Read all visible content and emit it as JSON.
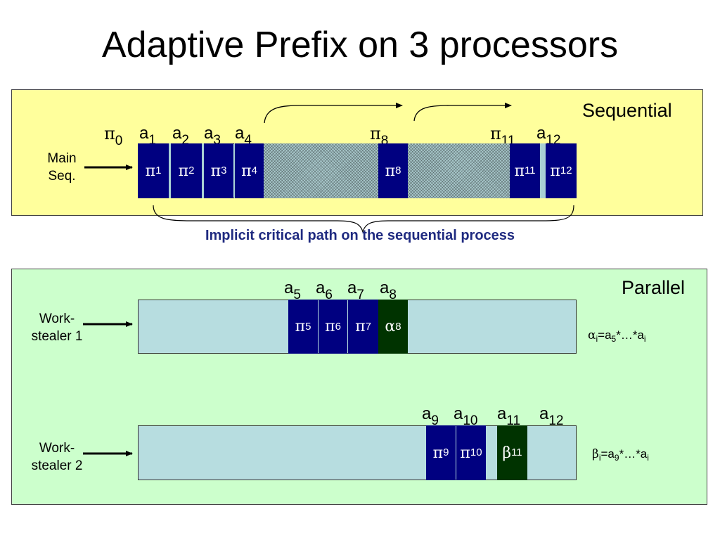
{
  "title": "Adaptive Prefix on 3 processors",
  "sequential": {
    "panel_label": "Sequential",
    "side_label": [
      "Main",
      "Seq."
    ],
    "top_labels": [
      {
        "sym": "π",
        "sub": "0"
      },
      {
        "sym": "a",
        "sub": "1"
      },
      {
        "sym": "a",
        "sub": "2"
      },
      {
        "sym": "a",
        "sub": "3"
      },
      {
        "sym": "a",
        "sub": "4"
      },
      {
        "sym": "π",
        "sub": "8"
      },
      {
        "sym": "π",
        "sub": "11"
      },
      {
        "sym": "a",
        "sub": "12"
      }
    ],
    "cells": [
      {
        "sym": "π",
        "sub": "1"
      },
      {
        "sym": "π",
        "sub": "2"
      },
      {
        "sym": "π",
        "sub": "3"
      },
      {
        "sym": "π",
        "sub": "4"
      },
      {
        "sym": "π",
        "sub": "8"
      },
      {
        "sym": "π",
        "sub": "11"
      },
      {
        "sym": "π",
        "sub": "12"
      }
    ]
  },
  "critical_path": "Implicit critical path on the sequential process",
  "parallel": {
    "panel_label": "Parallel",
    "stealer1": {
      "side_label": [
        "Work-",
        "stealer 1"
      ],
      "top_labels": [
        {
          "sym": "a",
          "sub": "5"
        },
        {
          "sym": "a",
          "sub": "6"
        },
        {
          "sym": "a",
          "sub": "7"
        },
        {
          "sym": "a",
          "sub": "8"
        }
      ],
      "cells": [
        {
          "sym": "π",
          "sub": "5"
        },
        {
          "sym": "π",
          "sub": "6"
        },
        {
          "sym": "π",
          "sub": "7"
        },
        {
          "sym": "α",
          "sub": "8"
        }
      ],
      "formula": {
        "sym": "α",
        "sub": "i",
        "text": "=a",
        "sub2": "5",
        "text2": "*…*a",
        "sub3": "i"
      }
    },
    "stealer2": {
      "side_label": [
        "Work-",
        "stealer 2"
      ],
      "top_labels": [
        {
          "sym": "a",
          "sub": "9"
        },
        {
          "sym": "a",
          "sub": "10"
        },
        {
          "sym": "a",
          "sub": "11"
        },
        {
          "sym": "a",
          "sub": "12"
        }
      ],
      "cells": [
        {
          "sym": "π",
          "sub": "9"
        },
        {
          "sym": "π",
          "sub": "10"
        },
        {
          "sym": "β",
          "sub": "11"
        }
      ],
      "formula": {
        "sym": "β",
        "sub": "i",
        "text": "=a",
        "sub2": "9",
        "text2": "*…*a",
        "sub3": "i"
      }
    }
  },
  "colors": {
    "seq_panel": "#ffff9c",
    "par_panel": "#ccffcc",
    "bar_fill": "#b7dde0",
    "cell_pi": "#000080",
    "cell_accum": "#003300",
    "critical_text": "#1f2a80"
  }
}
